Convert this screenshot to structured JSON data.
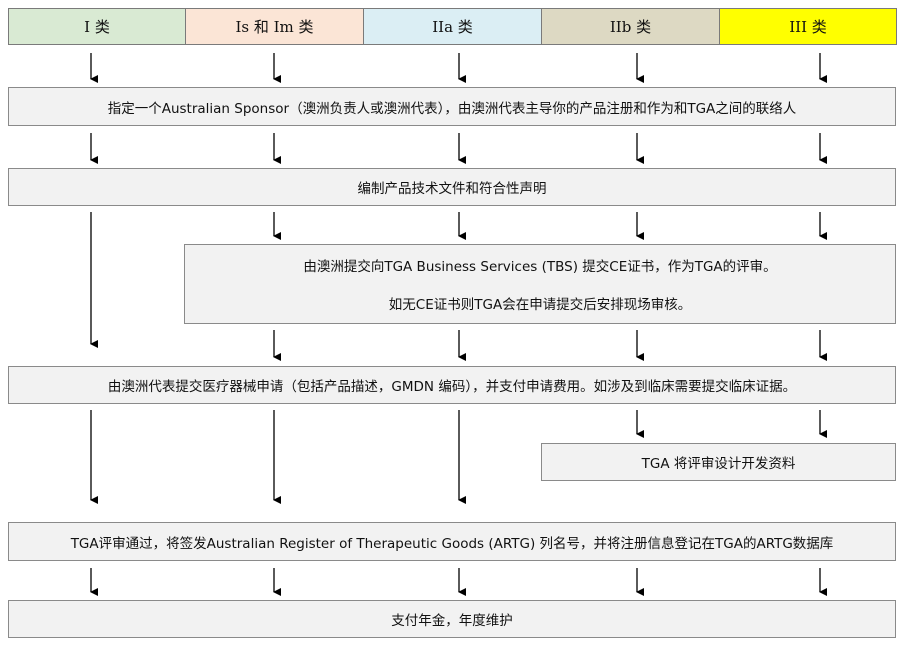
{
  "headers": [
    {
      "label": "I 类",
      "color": "#d9ead3"
    },
    {
      "label": "Is 和 Im 类",
      "color": "#fbe5d6"
    },
    {
      "label": "IIa 类",
      "color": "#dbeef4"
    },
    {
      "label": "IIb 类",
      "color": "#ddd9c3"
    },
    {
      "label": "III 类",
      "color": "#ffff00"
    }
  ],
  "steps": {
    "sponsor": "指定一个Australian Sponsor（澳洲负责人或澳洲代表），由澳洲代表主导你的产品注册和作为和TGA之间的联络人",
    "tech_file": "编制产品技术文件和符合性声明",
    "tbs_line1": "由澳洲提交向TGA Business Services (TBS) 提交CE证书，作为TGA的评审。",
    "tbs_line2": "如无CE证书则TGA会在申请提交后安排现场审核。",
    "application": "由澳洲代表提交医疗器械申请（包括产品描述，GMDN 编码），并支付申请费用。如涉及到临床需要提交临床证据。",
    "design_review": "TGA 将评审设计开发资料",
    "artg": "TGA评审通过，将签发Australian Register of Therapeutic Goods (ARTG) 列名号，并将注册信息登记在TGA的ARTG数据库",
    "annual_fee": "支付年金，年度维护"
  }
}
